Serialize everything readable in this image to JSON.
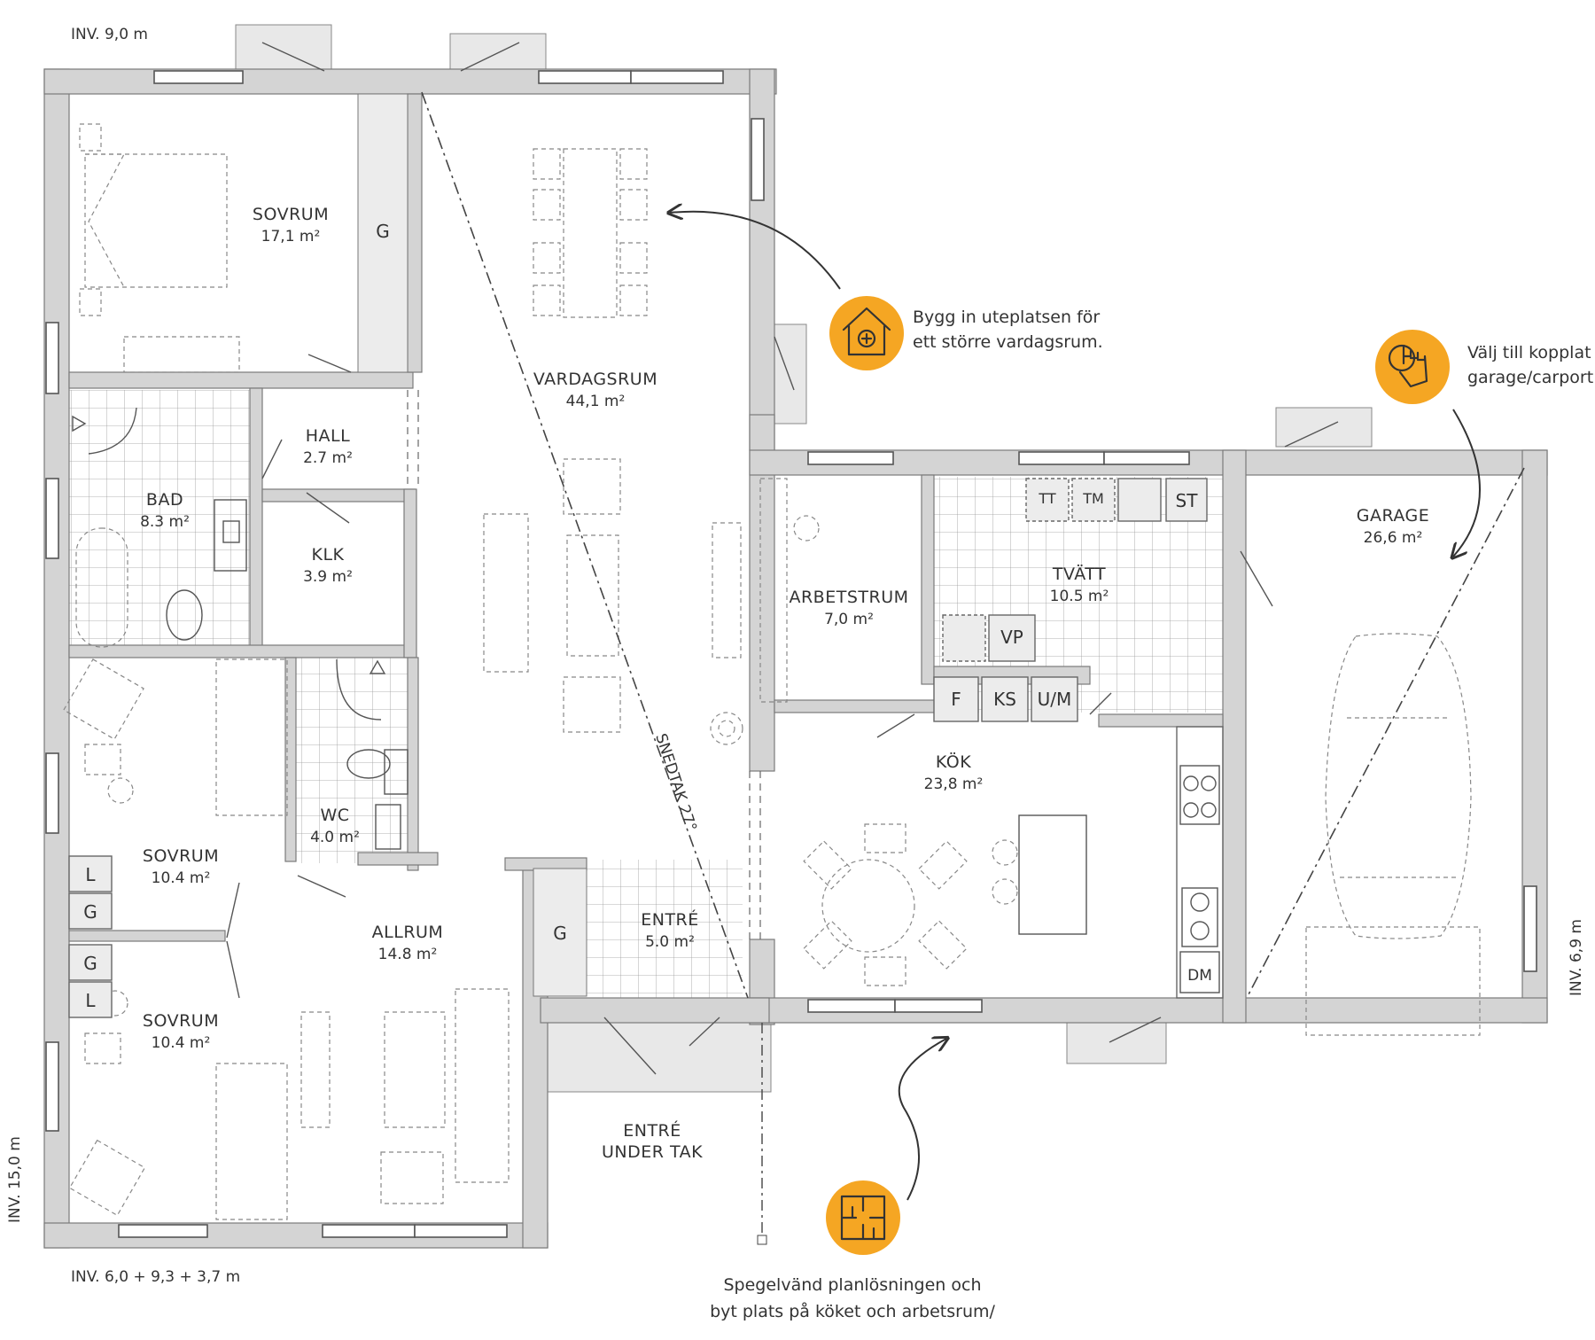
{
  "dimensions": {
    "top_left": "INV. 9,0 m",
    "bottom_left": "INV. 6,0 + 9,3 + 3,7 m",
    "left_vertical": "INV. 15,0 m",
    "right_vertical": "INV. 6,9 m"
  },
  "rooms": {
    "sovrum1": {
      "name": "SOVRUM",
      "area": "17,1 m²"
    },
    "vardagsrum": {
      "name": "VARDAGSRUM",
      "area": "44,1 m²"
    },
    "hall": {
      "name": "HALL",
      "area": "2.7 m²"
    },
    "bad": {
      "name": "BAD",
      "area": "8.3 m²"
    },
    "klk": {
      "name": "KLK",
      "area": "3.9 m²"
    },
    "arbetsrum": {
      "name": "ARBETSTRUM",
      "area": "7,0 m²"
    },
    "tvatt": {
      "name": "TVÄTT",
      "area": "10.5 m²"
    },
    "garage": {
      "name": "GARAGE",
      "area": "26,6 m²"
    },
    "kok": {
      "name": "KÖK",
      "area": "23,8 m²"
    },
    "wc": {
      "name": "WC",
      "area": "4.0 m²"
    },
    "sovrum2": {
      "name": "SOVRUM",
      "area": "10.4 m²"
    },
    "sovrum3": {
      "name": "SOVRUM",
      "area": "10.4 m²"
    },
    "allrum": {
      "name": "ALLRUM",
      "area": "14.8 m²"
    },
    "entre": {
      "name": "ENTRÉ",
      "area": "5.0 m²"
    },
    "entre_tak": {
      "line1": "ENTRÉ",
      "line2": "UNDER TAK"
    }
  },
  "fixtures": {
    "g_wardrobe": "G",
    "g_entre": "G",
    "g_sov2": "G",
    "l_sov2": "L",
    "g_sov3": "G",
    "l_sov3": "L",
    "tt": "TT",
    "tm": "TM",
    "st": "ST",
    "vp": "VP",
    "f": "F",
    "ks": "KS",
    "um": "U/M",
    "dm": "DM"
  },
  "annotations": {
    "snedtak": "SNEDTAK 27°"
  },
  "callouts": {
    "uteplats": {
      "line1": "Bygg in uteplatsen för",
      "line2": "ett större vardagsrum.",
      "icon": "house-plus-icon"
    },
    "garage": {
      "line1": "Välj till kopplat",
      "line2": "garage/carport.",
      "icon": "hand-pointer-icon"
    },
    "spegel": {
      "line1": "Spegelvänd planlösningen och",
      "line2": "byt plats på köket och arbetsrum/",
      "icon": "floorplan-icon"
    }
  },
  "colors": {
    "badge": "#f5a623",
    "wall": "#d4d4d4",
    "line": "#555555"
  }
}
